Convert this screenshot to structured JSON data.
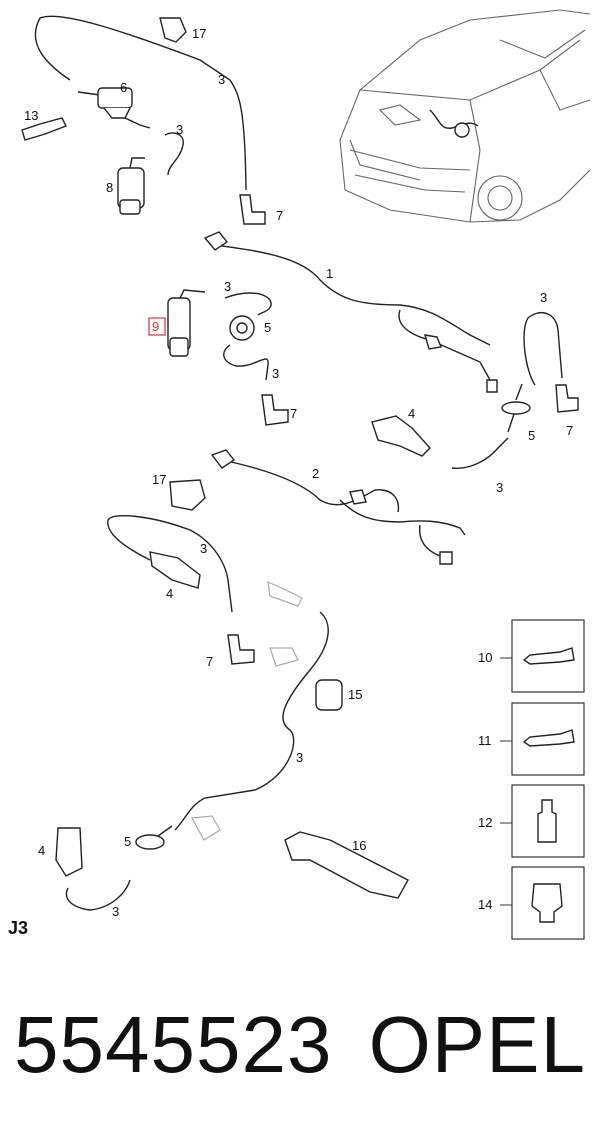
{
  "section_code": "J3",
  "part_number": "5545523",
  "brand": "OPEL",
  "highlight_color": "#e03030",
  "callouts": {
    "c17a": "17",
    "c3a": "3",
    "c6": "6",
    "c13": "13",
    "c3b": "3",
    "c8": "8",
    "c7a": "7",
    "c1": "1",
    "c3c": "3",
    "c9": "9",
    "c5a": "5",
    "c3d": "3",
    "c3e": "3",
    "c7b": "7",
    "c4a": "4",
    "c5b": "5",
    "c7c": "7",
    "c3f": "3",
    "c17b": "17",
    "c2": "2",
    "c3g": "3",
    "c4b": "4",
    "c7d": "7",
    "c15": "15",
    "c3h": "3",
    "c16": "16",
    "c4c": "4",
    "c5c": "5",
    "c3i": "3",
    "c10": "10",
    "c11": "11",
    "c12": "12",
    "c14": "14"
  }
}
